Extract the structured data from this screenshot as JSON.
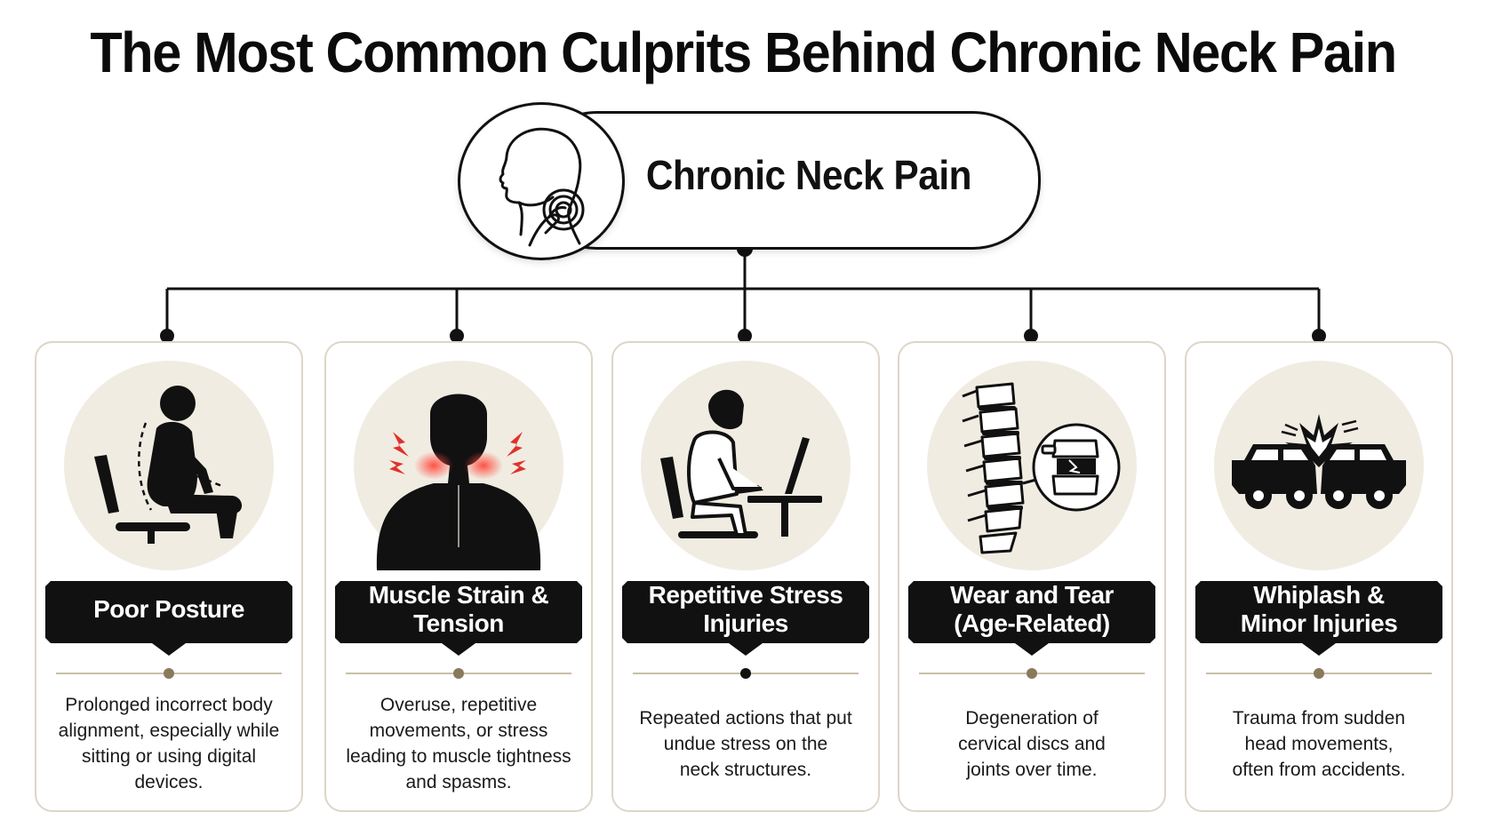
{
  "title": "The Most Common Culprits Behind Chronic Neck Pain",
  "hub": {
    "label": "Chronic Neck Pain",
    "icon": "head-neck-pain-icon"
  },
  "colors": {
    "ink": "#111111",
    "card_border": "#ddd6c8",
    "icon_bg": "#f1ece2",
    "divider": "#c9bfa8",
    "divider_dot": "#8a7a5c",
    "pain_red": "#e0312b"
  },
  "causes": [
    {
      "title": "Poor Posture",
      "description": "Prolonged incorrect body\nalignment, especially while\nsitting or using digital devices.",
      "icon": "slouched-sitting-person-icon"
    },
    {
      "title": "Muscle Strain &\nTension",
      "description": "Overuse, repetitive\nmovements, or stress\nleading to muscle tightness\nand spasms.",
      "icon": "shoulder-muscle-pain-icon"
    },
    {
      "title": "Repetitive Stress\nInjuries",
      "description": "Repeated actions that put\nundue stress on the\nneck structures.",
      "icon": "person-at-laptop-icon"
    },
    {
      "title": "Wear and Tear\n(Age-Related)",
      "description": "Degeneration of\ncervical discs and\njoints over time.",
      "icon": "spine-disc-degeneration-icon"
    },
    {
      "title": "Whiplash &\nMinor Injuries",
      "description": "Trauma from sudden\nhead movements,\noften from accidents.",
      "icon": "car-collision-icon"
    }
  ]
}
